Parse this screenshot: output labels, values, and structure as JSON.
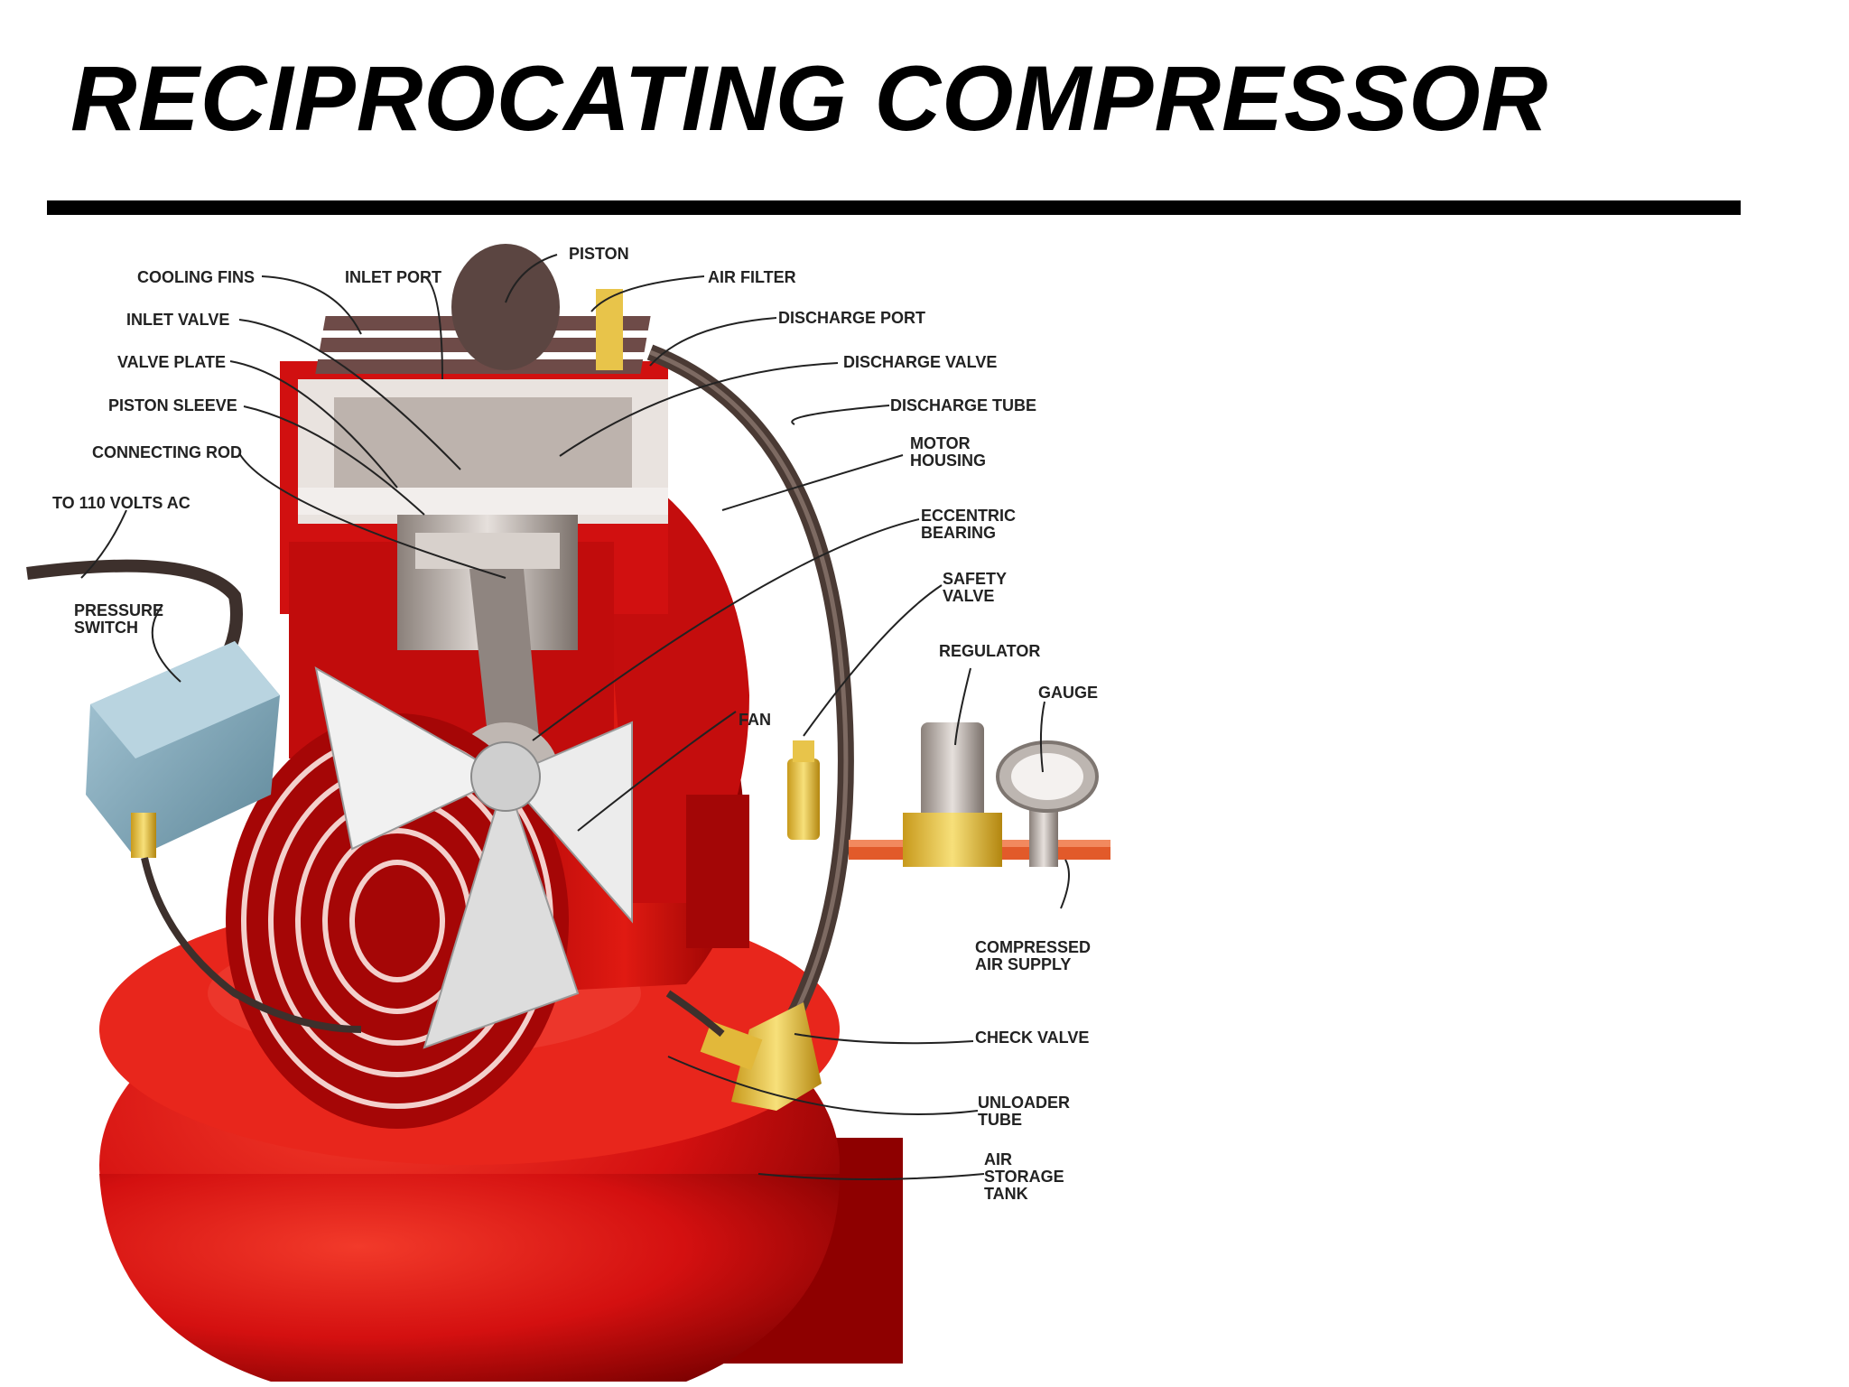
{
  "slide": {
    "title": "RECIPROCATING COMPRESSOR"
  },
  "colors": {
    "tank_red": "#d41010",
    "dark_red": "#8e0000",
    "hose": "#4a3a34",
    "switch_blue": "#7fa9bd",
    "brass": "#e8c44a",
    "metal": "#c9c2bd"
  },
  "labels": {
    "piston": "PISTON",
    "cooling_fins": "COOLING FINS",
    "inlet_port": "INLET PORT",
    "air_filter": "AIR FILTER",
    "inlet_valve": "INLET VALVE",
    "discharge_port": "DISCHARGE PORT",
    "valve_plate": "VALVE PLATE",
    "discharge_valve": "DISCHARGE VALVE",
    "piston_sleeve": "PISTON SLEEVE",
    "discharge_tube": "DISCHARGE TUBE",
    "connecting_rod": "CONNECTING ROD",
    "motor_housing": "MOTOR\nHOUSING",
    "to_110_volts_ac": "TO 110 VOLTS AC",
    "eccentric_bearing": "ECCENTRIC\nBEARING",
    "pressure_switch": "PRESSURE\nSWITCH",
    "safety_valve": "SAFETY\nVALVE",
    "regulator": "REGULATOR",
    "gauge": "GAUGE",
    "fan": "FAN",
    "compressed_air_supply": "COMPRESSED\nAIR SUPPLY",
    "check_valve": "CHECK VALVE",
    "unloader_tube": "UNLOADER\nTUBE",
    "air_storage_tank": "AIR\nSTORAGE\nTANK"
  }
}
